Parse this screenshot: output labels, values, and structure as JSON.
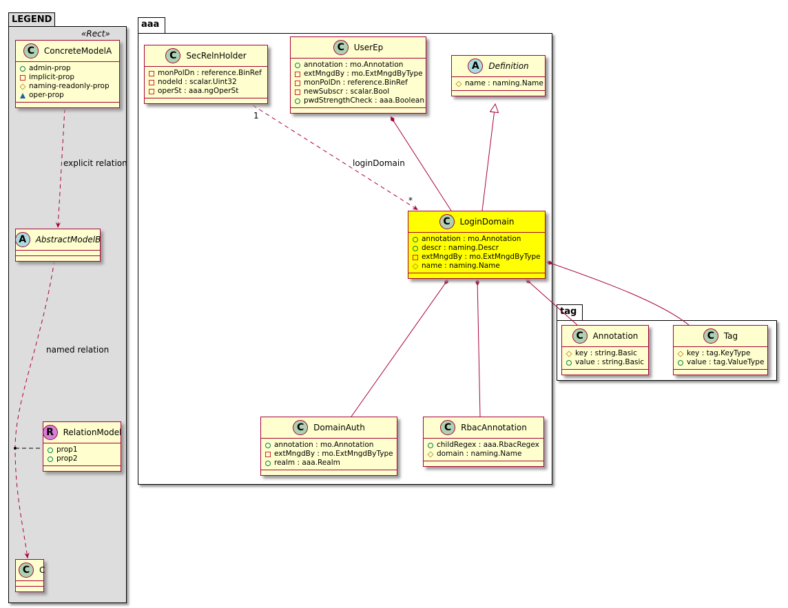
{
  "packages": {
    "legend": "LEGEND",
    "aaa": "aaa",
    "tag": "tag"
  },
  "legend_stereotype": "«Rect»",
  "relation_labels": {
    "explicit": "explicit relation",
    "named": "named relation",
    "login_domain": "loginDomain",
    "mult_one": "1",
    "mult_many": "*"
  },
  "classes": [
    {
      "id": "ConcreteModelA",
      "kind": "C",
      "name": "ConcreteModelA",
      "attrs": [
        [
          "+",
          "admin-prop"
        ],
        [
          "-",
          "implicit-prop"
        ],
        [
          "#",
          "naming-readonly-prop"
        ],
        [
          "~",
          "oper-prop"
        ]
      ]
    },
    {
      "id": "AbstractModelB",
      "kind": "A",
      "name": "AbstractModelB",
      "italic": true,
      "attrs": []
    },
    {
      "id": "RelationModel",
      "kind": "R",
      "name": "RelationModel",
      "attrs": [
        [
          "+",
          "prop1"
        ],
        [
          "+",
          "prop2"
        ]
      ]
    },
    {
      "id": "C",
      "kind": "C",
      "name": "C",
      "attrs": []
    },
    {
      "id": "SecRelnHolder",
      "kind": "C",
      "name": "SecRelnHolder",
      "attrs": [
        [
          "-",
          "monPolDn : reference.BinRef"
        ],
        [
          "-",
          "nodeId : scalar.Uint32"
        ],
        [
          "-",
          "operSt : aaa.ngOperSt"
        ]
      ]
    },
    {
      "id": "UserEp",
      "kind": "C",
      "name": "UserEp",
      "attrs": [
        [
          "+",
          "annotation : mo.Annotation"
        ],
        [
          "-",
          "extMngdBy : mo.ExtMngdByType"
        ],
        [
          "-",
          "monPolDn : reference.BinRef"
        ],
        [
          "-",
          "newSubscr : scalar.Bool"
        ],
        [
          "+",
          "pwdStrengthCheck : aaa.Boolean"
        ]
      ]
    },
    {
      "id": "Definition",
      "kind": "A",
      "name": "Definition",
      "italic": true,
      "attrs": [
        [
          "#",
          "name : naming.Name"
        ]
      ]
    },
    {
      "id": "LoginDomain",
      "kind": "C",
      "name": "LoginDomain",
      "highlight": "#FFFF00",
      "attrs": [
        [
          "+",
          "annotation : mo.Annotation"
        ],
        [
          "+",
          "descr : naming.Descr"
        ],
        [
          "-",
          "extMngdBy : mo.ExtMngdByType"
        ],
        [
          "#",
          "name : naming.Name"
        ]
      ]
    },
    {
      "id": "DomainAuth",
      "kind": "C",
      "name": "DomainAuth",
      "attrs": [
        [
          "+",
          "annotation : mo.Annotation"
        ],
        [
          "-",
          "extMngdBy : mo.ExtMngdByType"
        ],
        [
          "+",
          "realm : aaa.Realm"
        ]
      ]
    },
    {
      "id": "RbacAnnotation",
      "kind": "C",
      "name": "RbacAnnotation",
      "attrs": [
        [
          "+",
          "childRegex : aaa.RbacRegex"
        ],
        [
          "#",
          "domain : naming.Name"
        ]
      ]
    },
    {
      "id": "Annotation",
      "kind": "C",
      "name": "Annotation",
      "attrs": [
        [
          "#",
          "key : string.Basic"
        ],
        [
          "+",
          "value : string.Basic"
        ]
      ]
    },
    {
      "id": "Tag",
      "kind": "C",
      "name": "Tag",
      "attrs": [
        [
          "#",
          "key : tag.KeyType"
        ],
        [
          "+",
          "value : tag.ValueType"
        ]
      ]
    }
  ]
}
